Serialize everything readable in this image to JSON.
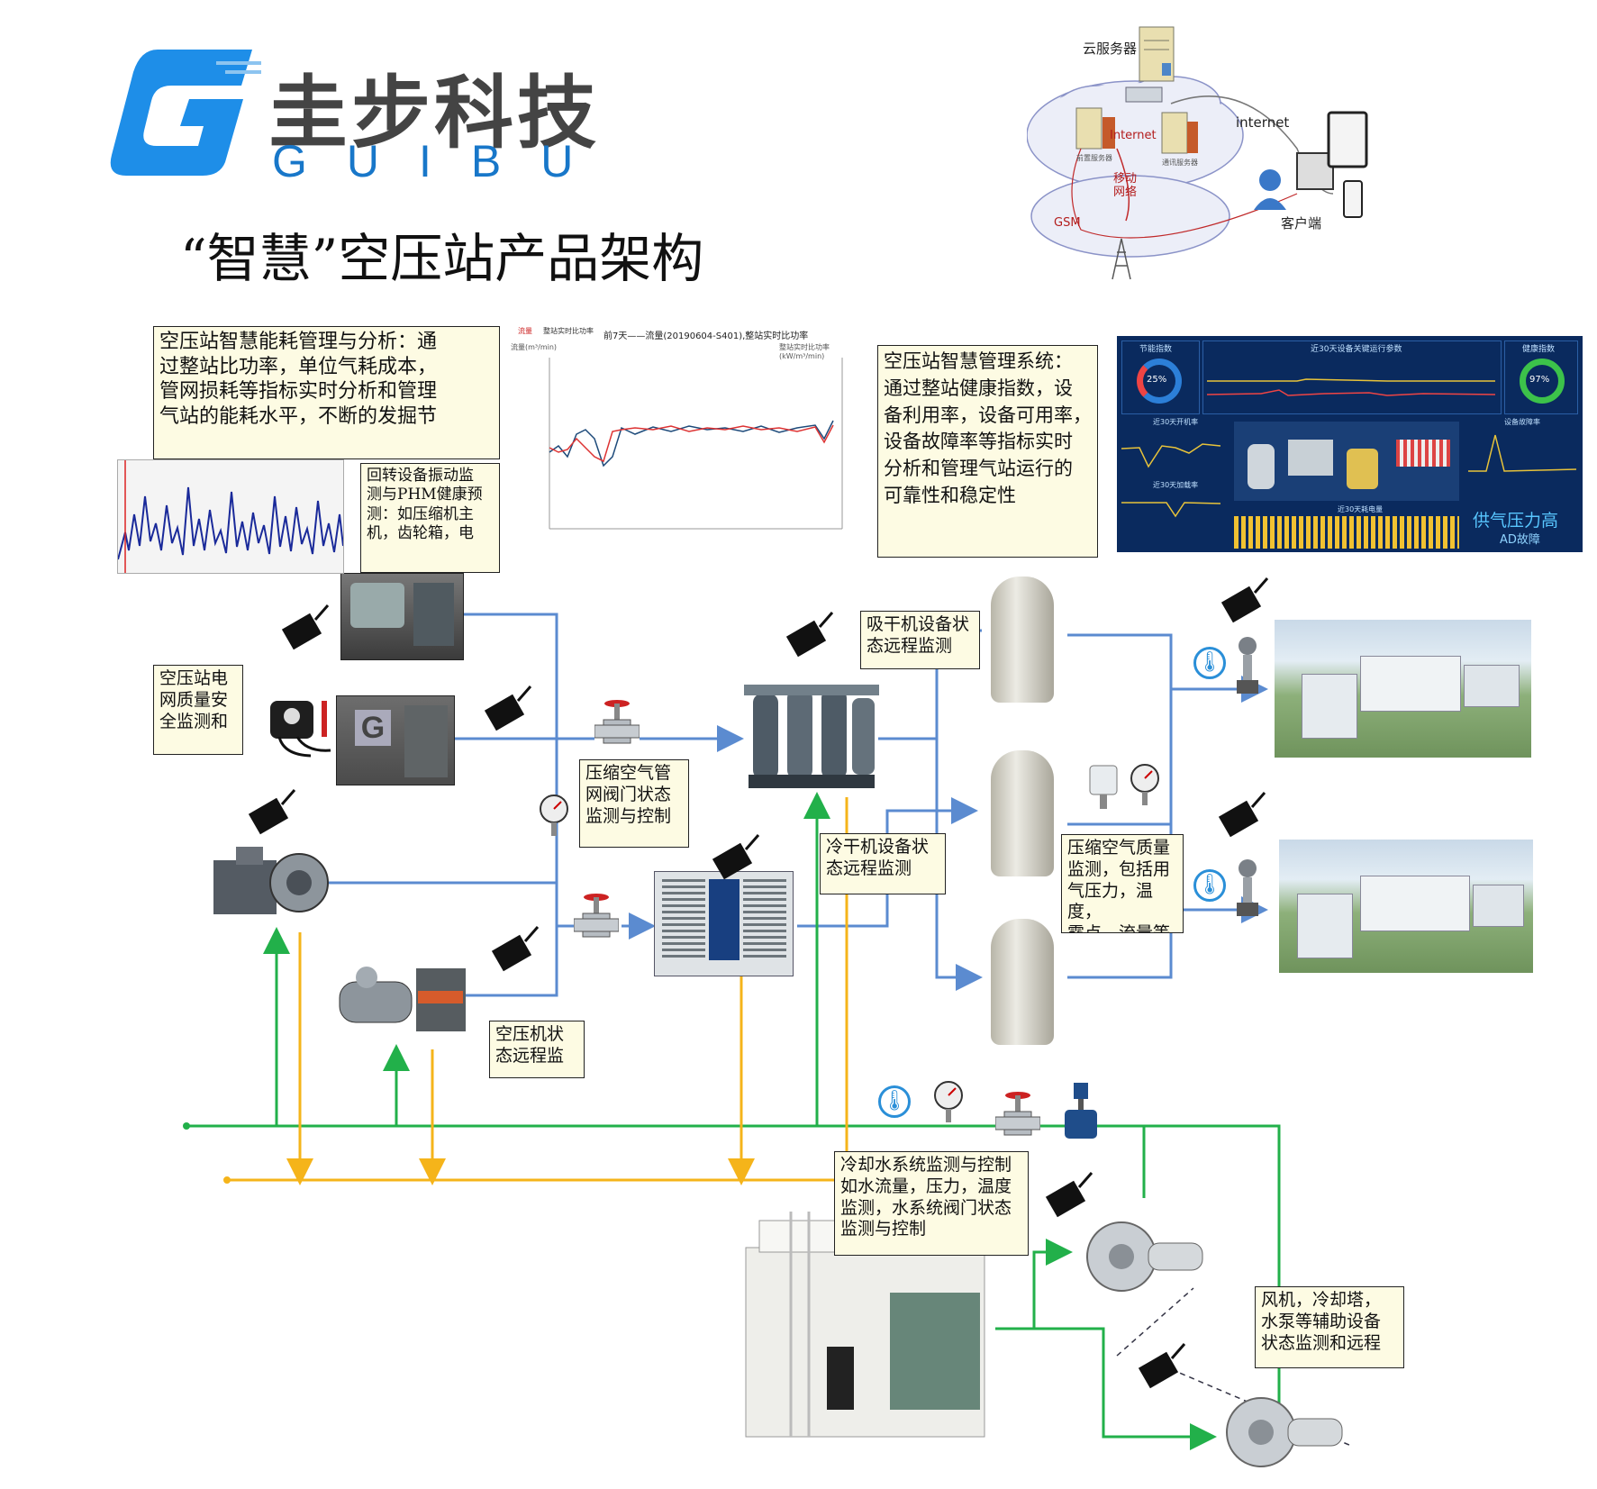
{
  "brand": {
    "name_cn": "圭步科技",
    "name_en": "GUIBU",
    "logo_letter": "G",
    "logo_color": "#1e8ee8"
  },
  "title": "“智慧”空压站产品架构",
  "network": {
    "cloud_server": "云服务器",
    "internet_cloud": "Internet",
    "mobile_net": "移动网络",
    "gsm": "GSM",
    "internet_link": "internet",
    "client": "客户端",
    "sub_server_left": "前置服务器",
    "sub_server_right": "通讯服务器"
  },
  "notes": {
    "energy": "空压站智慧能耗管理与分析：通\n过整站比功率，单位气耗成本，\n管网损耗等指标实时分析和管理\n气站的能耗水平，不断的发掘节",
    "vibration": "回转设备振动监\n测与PHM健康预\n测：如压缩机主\n机，齿轮箱，电",
    "management": "空压站智慧管理系统：\n通过整站健康指数，设\n备利用率，设备可用率，\n设备故障率等指标实时\n分析和管理气站运行的\n可靠性和稳定性",
    "power_quality": "空压站电\n网质量安\n全监测和",
    "pipe_valve": "压缩空气管\n网阀门状态\n监测与控制",
    "adsorption_dryer": "吸干机设备状\n态远程监测",
    "refrigerated_dryer": "冷干机设备状\n态远程监测",
    "air_quality": "压缩空气质量\n监测，包括用\n气压力，温度，\n露点，流量等",
    "compressor": "空压机状\n态远程监",
    "cooling_water": "冷却水系统监测与控制\n如水流量，压力，温度\n监测，水系统阀门状态\n监测与控制",
    "auxiliary": "风机，冷却塔，\n水泵等辅助设备\n状态监测和远程"
  },
  "chart": {
    "title": "前7天——流量(20190604-S401),整站实时比功率",
    "legend_flow": "流量",
    "legend_power": "整站实时比功率",
    "left_axis": "流量(m³/min)",
    "right_axis": "整站实时比功率(kW/m³/min)"
  },
  "dashboard": {
    "energy_index": "节能指数",
    "energy_value": "25%",
    "trend_title": "近30天设备关键运行参数",
    "health_index": "健康指数",
    "health_value": "97%",
    "run_rate": "近30天开机率",
    "fault_rate": "设备故障率",
    "load_rate": "近30天加载率",
    "energy_use": "近30天耗电量",
    "alarm1": "供气压力高",
    "alarm2": "AD故障"
  },
  "colors": {
    "air_line": "#5b8bd0",
    "cooling_supply": "#22b04a",
    "cooling_return": "#f5b41a",
    "note_bg": "#fdfbe3",
    "dash_bg": "#0b2a5c"
  }
}
